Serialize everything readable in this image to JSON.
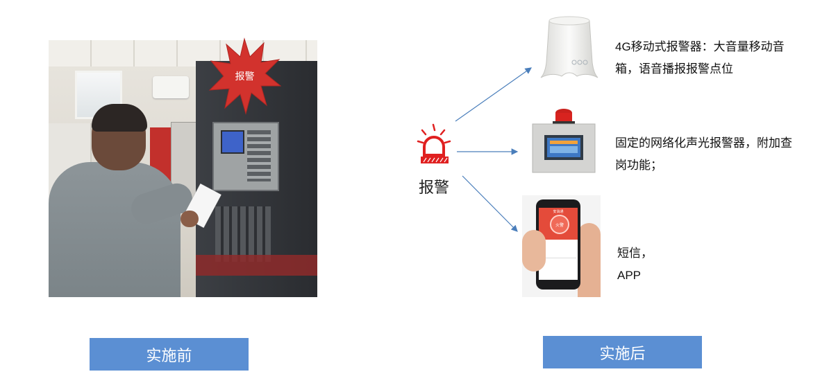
{
  "before": {
    "label": "实施前",
    "photo_burst_label": "报警"
  },
  "after": {
    "label": "实施后",
    "alarm_label": "报警",
    "devices": [
      {
        "icon": "speaker-icon",
        "description": "4G移动式报警器：大音量移动音箱，语音播报报警点位"
      },
      {
        "icon": "alarm-box-icon",
        "description": "固定的网络化声光报警器，附加查岗功能；"
      },
      {
        "icon": "phone-icon",
        "description_lines": [
          "短信，",
          "APP"
        ]
      }
    ]
  },
  "phone_screen": {
    "title": "安消通",
    "circle_text": "火警"
  },
  "colors": {
    "label_bg": "#5b8fd3",
    "arrow": "#4a7ebb",
    "alarm_red": "#e02020",
    "burst_red": "#d2322d"
  }
}
